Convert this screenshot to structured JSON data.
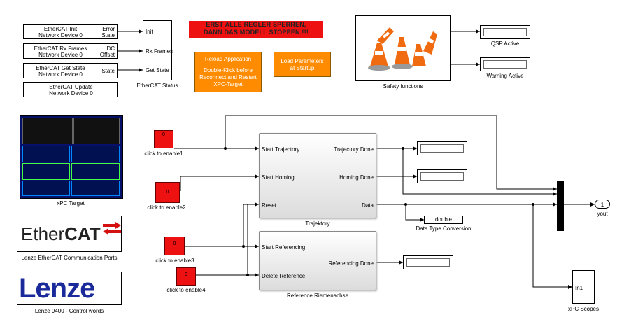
{
  "ethercat_blocks": [
    {
      "line1": "EtherCAT Init",
      "line2": "Network Device 0",
      "out1": "Error",
      "out2": "State"
    },
    {
      "line1": "EtherCAT Rx Frames",
      "line2": "Network Device 0",
      "out1": "DC",
      "out2": "Offset"
    },
    {
      "line1": "EtherCAT Get State",
      "line2": "Network Device 0",
      "out1": "",
      "out2": "State"
    },
    {
      "line1": "EtherCAT Update",
      "line2": "Network Device 0",
      "out1": "",
      "out2": ""
    }
  ],
  "status_block": {
    "in1": "Init",
    "in2": "Rx Frames",
    "in3": "Get State",
    "label": "EtherCAT Status"
  },
  "warning_text": {
    "line1": "ERST ALLE REGLER SPERREN,",
    "line2": "DANN DAS MODELL STOPPEN !!!"
  },
  "reload": {
    "line1": "Reload Application",
    "line2": "Double-Klick before",
    "line3": "Reconnect and Restart",
    "line4": "XPC-Target"
  },
  "load_params": {
    "line1": "Load Parameters",
    "line2": "at Startup"
  },
  "safety": {
    "label": "Safety functions"
  },
  "qsp": {
    "label": "QSP Active"
  },
  "warning_active": {
    "label": "Warning Active"
  },
  "xpc_target": {
    "label": "xPC Target"
  },
  "ethercat_logo": {
    "text1": "Ether",
    "text2": "CAT",
    "label": "Lenze EtherCAT Communication Ports"
  },
  "lenze_logo": {
    "text": "Lenze",
    "label": "Lenze 9400 - Control words"
  },
  "enables": [
    {
      "value": "0",
      "label": "click to enable1"
    },
    {
      "value": "0",
      "label": "click to enable2"
    },
    {
      "value": "0",
      "label": "click to enable3"
    },
    {
      "value": "0",
      "label": "click to enable4"
    }
  ],
  "trajektory": {
    "in1": "Start Trajectory",
    "in2": "Start Homing",
    "in3": "Reset",
    "out1": "Trajectory Done",
    "out2": "Homing Done",
    "out3": "Data",
    "label": "Trajektory"
  },
  "reference": {
    "in1": "Start Referencing",
    "in2": "Delete Reference",
    "out1": "Referencing Done",
    "label": "Reference Riemenachse"
  },
  "conversion": {
    "value": "double",
    "label": "Data Type Conversion"
  },
  "outport": {
    "number": "1",
    "label": "yout"
  },
  "scope": {
    "in": "In1",
    "label": "xPC Scopes"
  },
  "colors": {
    "orange": "#ff8c00",
    "red": "#ee1111",
    "logo_blue": "#1a2a9a"
  }
}
